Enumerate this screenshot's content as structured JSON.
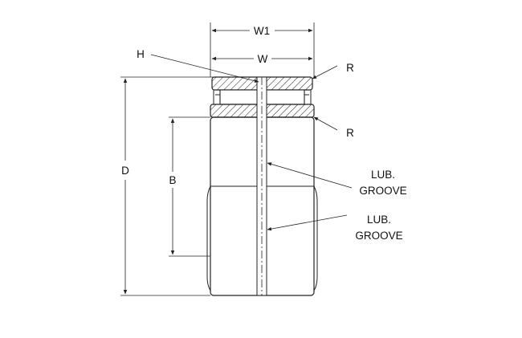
{
  "labels": {
    "w1": "W1",
    "w": "W",
    "h": "H",
    "r_top": "R",
    "r_mid": "R",
    "d": "D",
    "b": "B",
    "lub_groove_1_line1": "LUB.",
    "lub_groove_1_line2": "GROOVE",
    "lub_groove_2_line1": "LUB.",
    "lub_groove_2_line2": "GROOVE"
  },
  "colors": {
    "line": "#222222",
    "background": "#ffffff"
  }
}
